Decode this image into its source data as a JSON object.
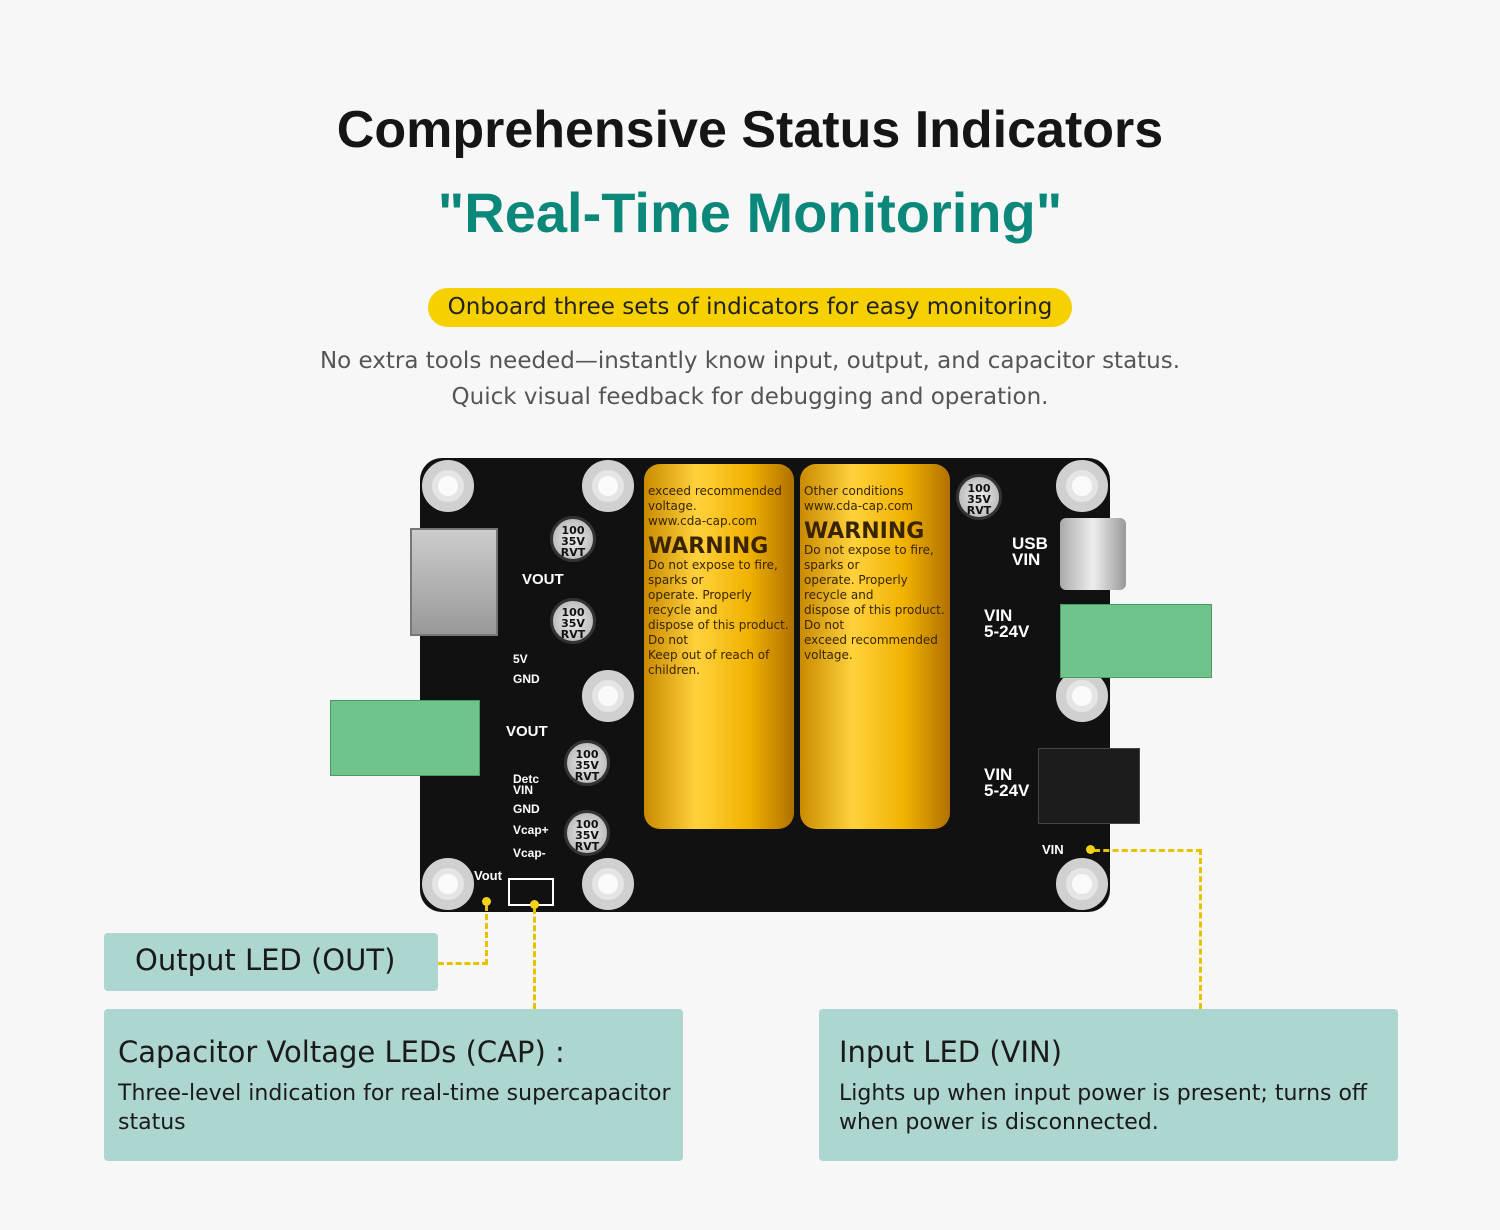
{
  "header": {
    "title": "Comprehensive Status Indicators",
    "subtitle": "\"Real-Time Monitoring\""
  },
  "highlight": "Onboard three sets of indicators for easy monitoring",
  "description": [
    "No extra tools needed—instantly know input, output, and capacitor status.",
    "Quick visual feedback for debugging and operation."
  ],
  "board": {
    "silk": {
      "vout_usb": "VOUT",
      "five_v": "5V",
      "gnd1": "GND",
      "vout_term": "VOUT",
      "detc_vin": "Detc\nVIN",
      "gnd2": "GND",
      "vcap_pos": "Vcap+",
      "vcap_neg": "Vcap-",
      "vout_led": "Vout",
      "usb_vin": "USB\nVIN",
      "vin_term": "VIN\n5-24V",
      "vin_dc": "VIN\n5-24V",
      "vin_led": "VIN"
    },
    "small_cap_label": "100\n35V\nRVT",
    "supercap_text": {
      "warning": "WARNING",
      "lines": [
        "Do not expose to fire, sparks or",
        "operate. Properly recycle and",
        "dispose of this product. Do not",
        "exceed recommended voltage.",
        "Keep out of reach of children.",
        "Other conditions",
        "www.cda-cap.com"
      ]
    }
  },
  "callouts": {
    "output": {
      "title": "Output LED (OUT)"
    },
    "cap": {
      "title": "Capacitor Voltage LEDs (CAP) :",
      "text": "Three-level indication for real-time supercapacitor status"
    },
    "input": {
      "title": "Input LED (VIN)",
      "text": "Lights up when input power is present; turns off when power is disconnected."
    }
  }
}
